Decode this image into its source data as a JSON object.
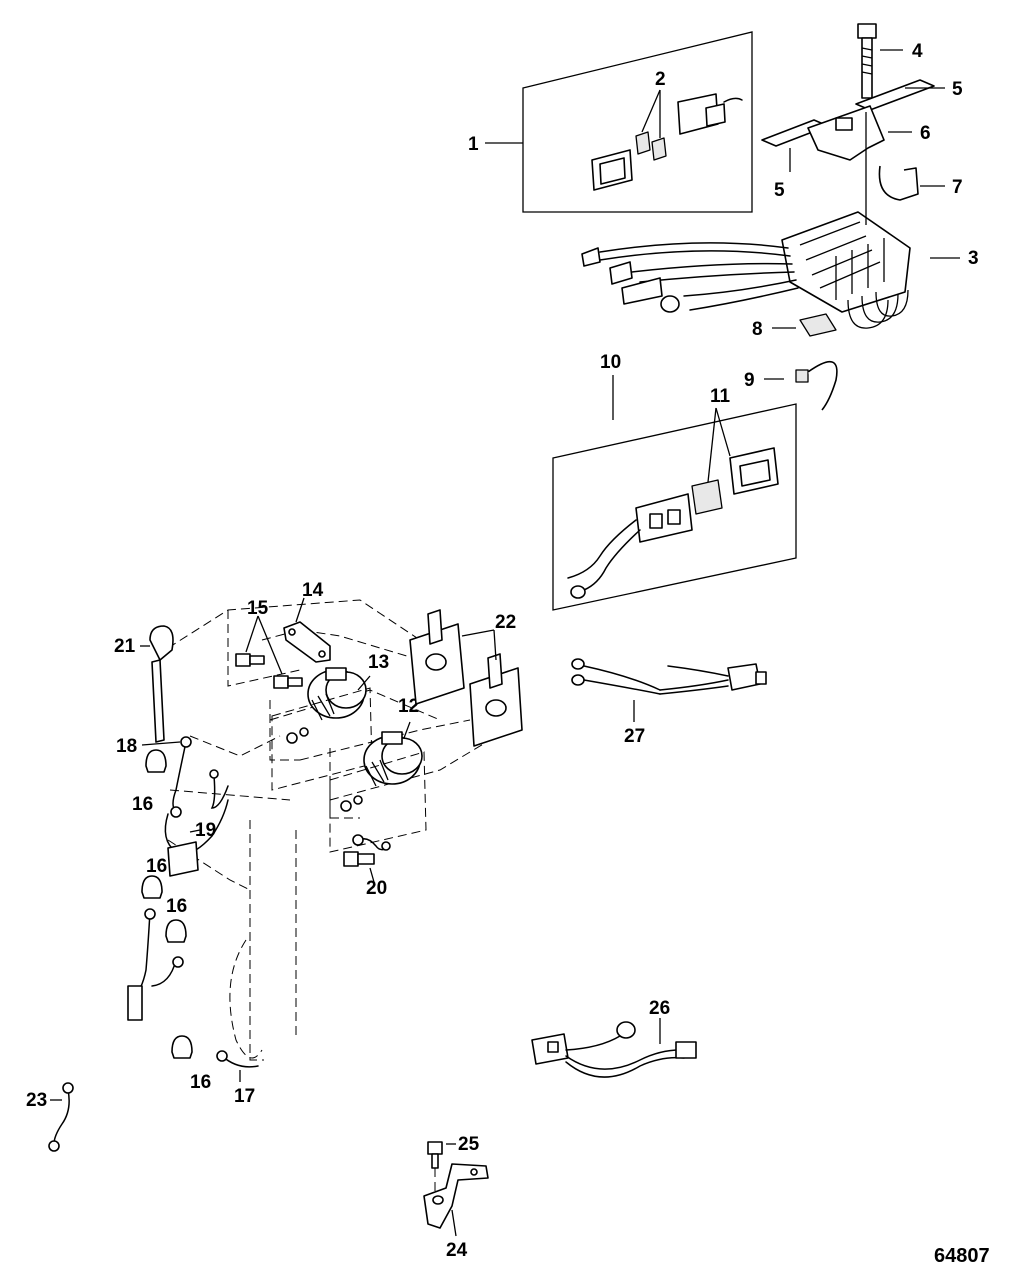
{
  "diagram": {
    "figure_id": "64807",
    "callouts": {
      "c1": "1",
      "c2": "2",
      "c3": "3",
      "c4": "4",
      "c5a": "5",
      "c5b": "5",
      "c6": "6",
      "c7": "7",
      "c8": "8",
      "c9": "9",
      "c10": "10",
      "c11": "11",
      "c12": "12",
      "c13": "13",
      "c14": "14",
      "c15": "15",
      "c16a": "16",
      "c16b": "16",
      "c16c": "16",
      "c16d": "16",
      "c17": "17",
      "c18": "18",
      "c19": "19",
      "c20": "20",
      "c21": "21",
      "c22": "22",
      "c23": "23",
      "c24": "24",
      "c25": "25",
      "c26": "26",
      "c27": "27"
    }
  }
}
